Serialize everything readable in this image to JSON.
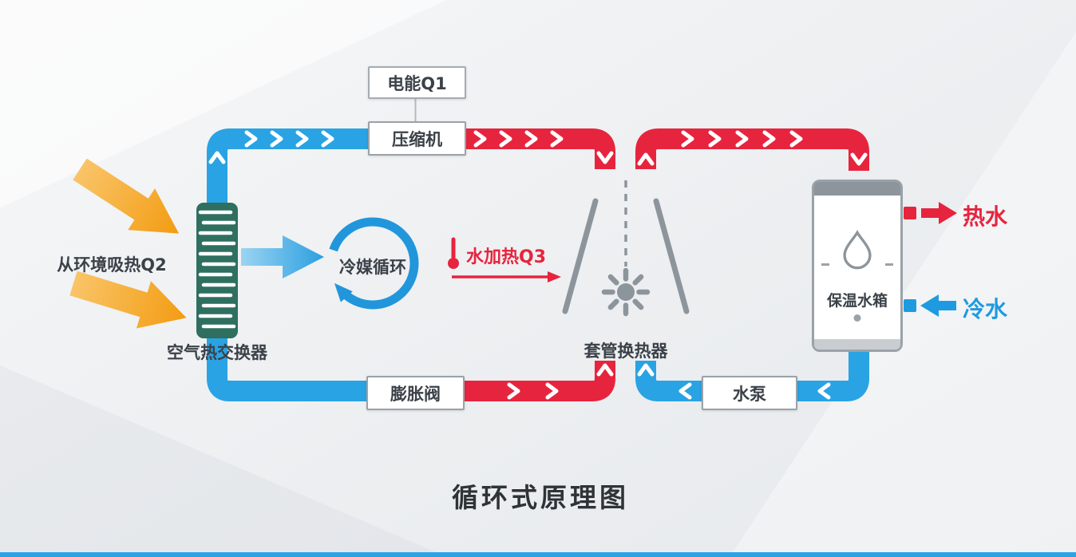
{
  "title": "循环式原理图",
  "boxes": {
    "electric_energy": "电能Q1",
    "compressor": "压缩机",
    "expansion_valve": "膨胀阀",
    "water_pump": "水泵"
  },
  "labels": {
    "air_heat_exchanger": "空气热交换器",
    "env_heat": "从环境吸热Q2",
    "refrigerant_cycle": "冷媒循环",
    "water_heating": "水加热Q3",
    "tube_heat_exchanger": "套管换热器",
    "water_tank": "保温水箱",
    "hot_water": "热水",
    "cold_water": "冷水"
  },
  "colors": {
    "pipe_hot": "#E7243E",
    "pipe_cold": "#29A3E4",
    "sun_orange": "#F5A728",
    "metal_gray": "#8D959C",
    "text_dark": "#3B4148",
    "coil_teal": "#2E6F60"
  }
}
